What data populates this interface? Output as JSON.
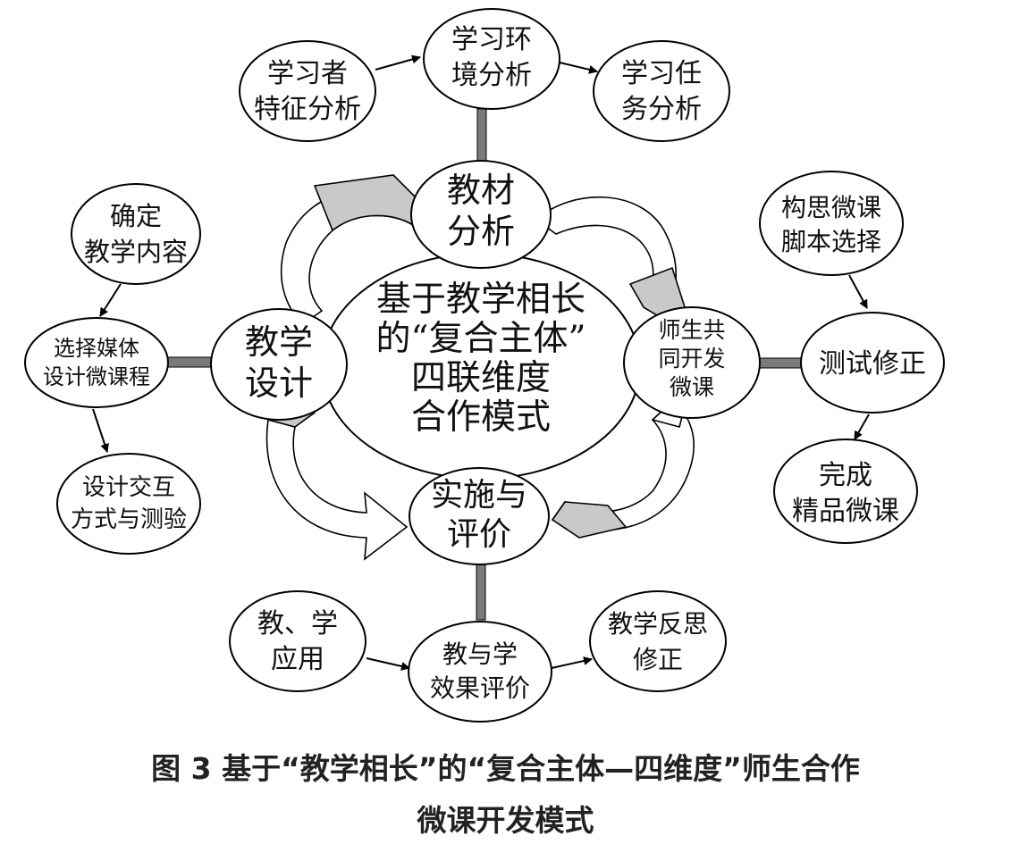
{
  "diagram": {
    "center": [
      "基于教学相长",
      "的“复合主体”",
      "四联维度",
      "合作模式"
    ],
    "hubs": {
      "top": [
        "教材",
        "分析"
      ],
      "left": [
        "教学",
        "设计"
      ],
      "right": [
        "师生共",
        "同开发",
        "微课"
      ],
      "bottom": [
        "实施与",
        "评价"
      ]
    },
    "top_branch": {
      "learner": [
        "学习者",
        "特征分析"
      ],
      "environment": [
        "学习环",
        "境分析"
      ],
      "task": [
        "学习任",
        "务分析"
      ]
    },
    "left_branch": {
      "content": [
        "确定",
        "教学内容"
      ],
      "media": [
        "选择媒体",
        "设计微课程"
      ],
      "interaction": [
        "设计交互",
        "方式与测验"
      ]
    },
    "right_branch": {
      "script": [
        "构思微课",
        "脚本选择"
      ],
      "test": [
        "测试修正"
      ],
      "finish": [
        "完成",
        "精品微课"
      ]
    },
    "bottom_branch": {
      "application": [
        "教、学",
        "应用"
      ],
      "effect": [
        "教与学",
        "效果评价"
      ],
      "reflection": [
        "教学反思",
        "修正"
      ]
    }
  },
  "caption": {
    "line1": "图 3  基于“教学相长”的“复合主体—四维度”师生合作",
    "line2": "微课开发模式"
  }
}
